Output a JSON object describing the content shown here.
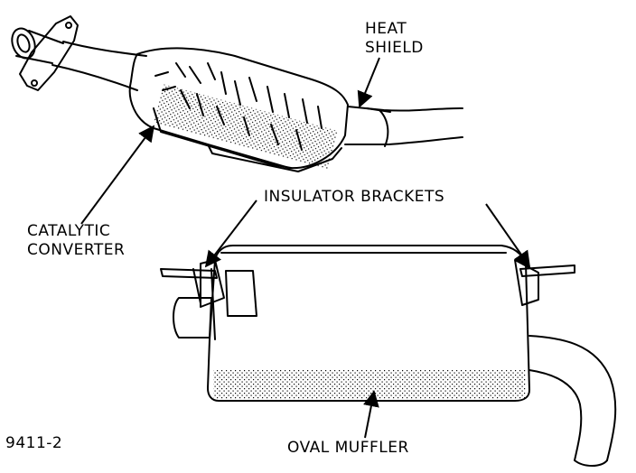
{
  "labels": {
    "heat_shield": [
      "HEAT",
      "SHIELD"
    ],
    "insulator_brackets": "INSULATOR BRACKETS",
    "catalytic_converter": [
      "CATALYTIC",
      "CONVERTER"
    ],
    "oval_muffler": "OVAL MUFFLER",
    "figure_number": "9411-2"
  },
  "colors": {
    "ink": "#000000",
    "paper": "#ffffff"
  }
}
